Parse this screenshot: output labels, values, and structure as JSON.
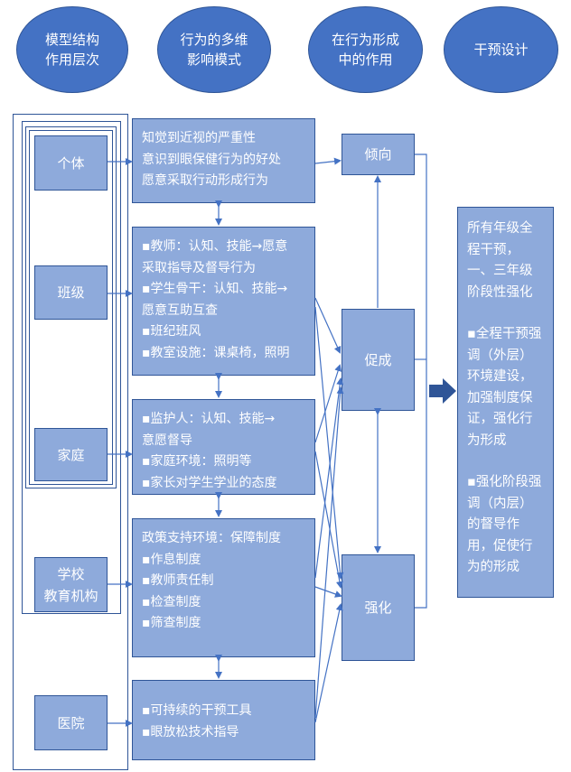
{
  "headers": [
    {
      "label": "模型结构\n作用层次"
    },
    {
      "label": "行为的多维\n影响模式"
    },
    {
      "label": "在行为形成\n中的作用"
    },
    {
      "label": "干预设计"
    }
  ],
  "levels": {
    "individual": "个体",
    "class": "班级",
    "family": "家庭",
    "school": "学校\n教育机构",
    "hospital": "医院"
  },
  "influences": {
    "individual": [
      "知觉到近视的严重性",
      "意识到眼保健行为的好处",
      "愿意采取行动形成行为"
    ],
    "class": [
      "▪教师：认知、技能→愿意",
      "采取指导及督导行为",
      "▪学生骨干：认知、技能→",
      "愿意互助互查",
      "▪班纪班风",
      "▪教室设施：课桌椅，照明"
    ],
    "family": [
      "▪监护人：认知、技能→",
      "意愿督导",
      "▪家庭环境：照明等",
      "▪家长对学生学业的态度"
    ],
    "school": [
      "政策支持环境：保障制度",
      "▪作息制度",
      "▪教师责任制",
      "▪检查制度",
      "▪筛查制度"
    ],
    "hospital": [
      "▪可持续的干预工具",
      "▪眼放松技术指导"
    ]
  },
  "roles": {
    "tendency": "倾向",
    "promote": "促成",
    "reinforce": "强化"
  },
  "design": [
    "所有年级全\n程干预，\n一、三年级\n阶段性强化",
    "▪全程干预强\n调（外层）\n环境建设，\n加强制度保\n证，强化行\n为形成",
    "▪强化阶段强\n调（内层）\n的督导作\n用，促使行\n为的形成"
  ],
  "colors": {
    "ellipse": "#4472c4",
    "box": "#8eaadb",
    "line": "#4472c4",
    "border": "#2f5597"
  }
}
